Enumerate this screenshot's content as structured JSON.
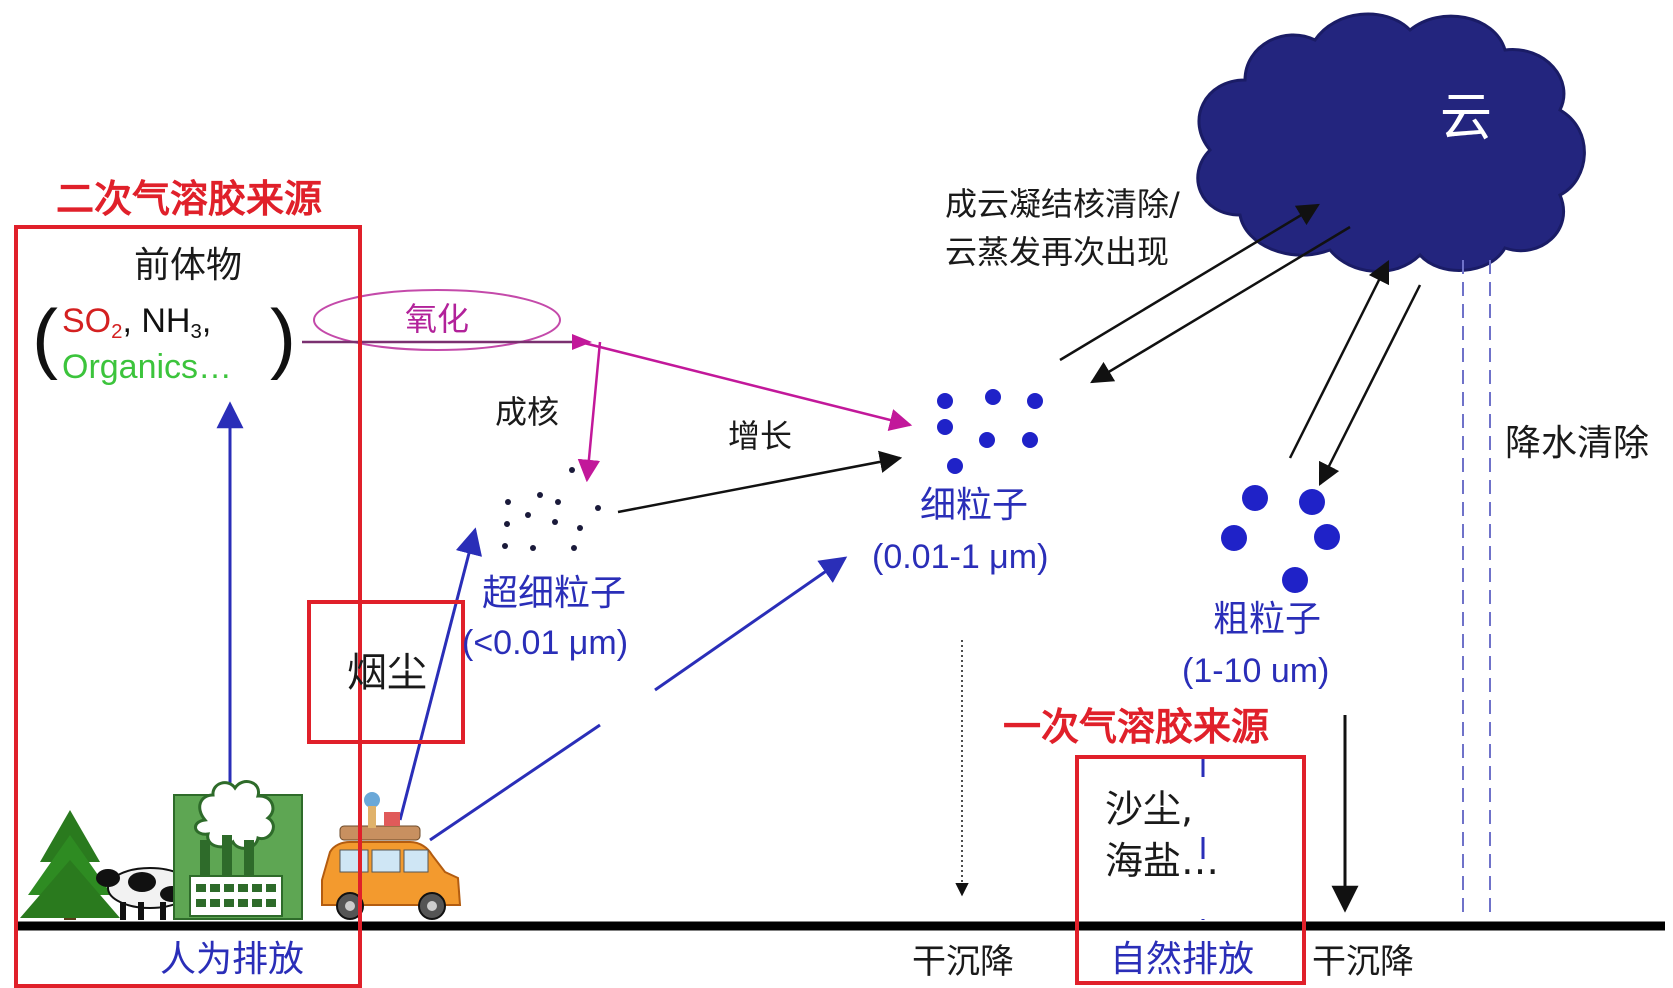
{
  "secondary_source": {
    "title": "二次气溶胶来源",
    "precursor": "前体物",
    "open_paren": "(",
    "close_paren": ")",
    "so_text": "SO",
    "so_sub": "2",
    "comma1": ",",
    "nh_text": " NH",
    "nh_sub": "3",
    "comma2": ",",
    "organics": "Organics…"
  },
  "processes": {
    "oxidation": "氧化",
    "nucleation": "成核",
    "growth": "增长",
    "cloud_activation_line1": "成云凝结核清除/",
    "cloud_activation_line2": "云蒸发再次出现",
    "precipitation": "降水清除",
    "dry_deposition_1": "干沉降",
    "dry_deposition_2": "干沉降"
  },
  "particles": {
    "ultrafine_label": "超细粒子",
    "ultrafine_size": "(<0.01 μm)",
    "fine_label": "细粒子",
    "fine_size": "(0.01-1 μm)",
    "coarse_label": "粗粒子",
    "coarse_size": "(1-10 um)"
  },
  "smoke": "烟尘",
  "cloud": "云",
  "anthropogenic": "人为排放",
  "primary_source": {
    "title": "一次气溶胶来源",
    "dust_line": "沙尘,",
    "salt_line": "海盐…",
    "natural": "自然排放"
  },
  "colors": {
    "red": "#e0202a",
    "blue": "#2a2eb8",
    "magenta": "#b2229a",
    "cloud": "#23257e",
    "so2": "#d42020",
    "organics": "#3cc43c"
  }
}
